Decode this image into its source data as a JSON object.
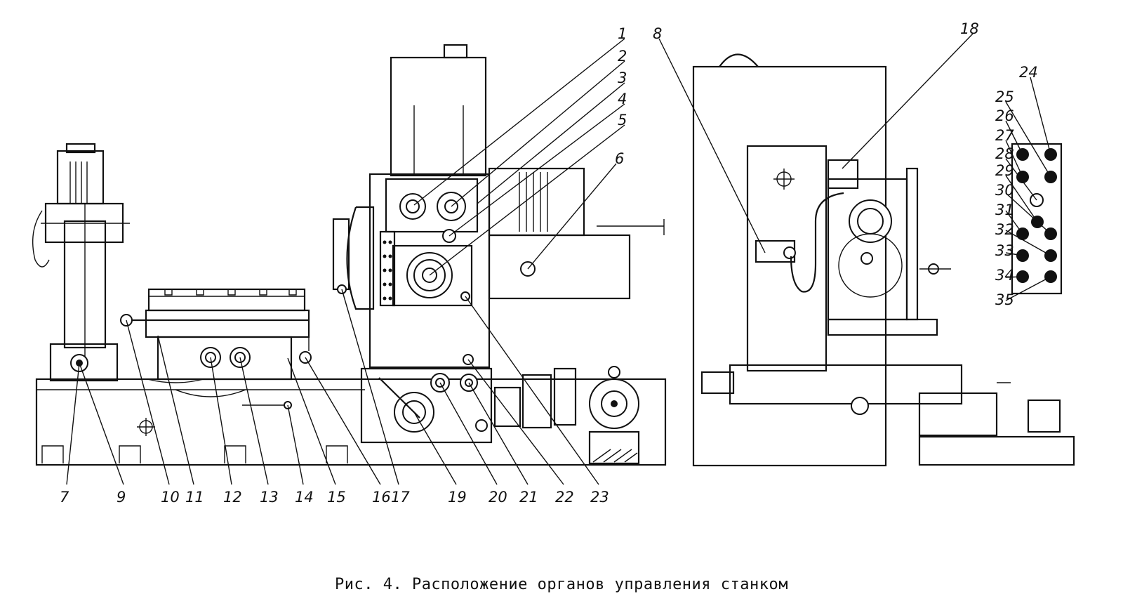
{
  "caption": "Рис. 4. Расположение органов управления станком",
  "callouts": [
    "1",
    "2",
    "3",
    "4",
    "5",
    "6",
    "7",
    "8",
    "9",
    "10",
    "11",
    "12",
    "13",
    "14",
    "15",
    "16",
    "17",
    "18",
    "19",
    "20",
    "21",
    "22",
    "23",
    "24",
    "25",
    "26",
    "27",
    "28",
    "29",
    "30",
    "31",
    "32",
    "33",
    "34",
    "35"
  ]
}
